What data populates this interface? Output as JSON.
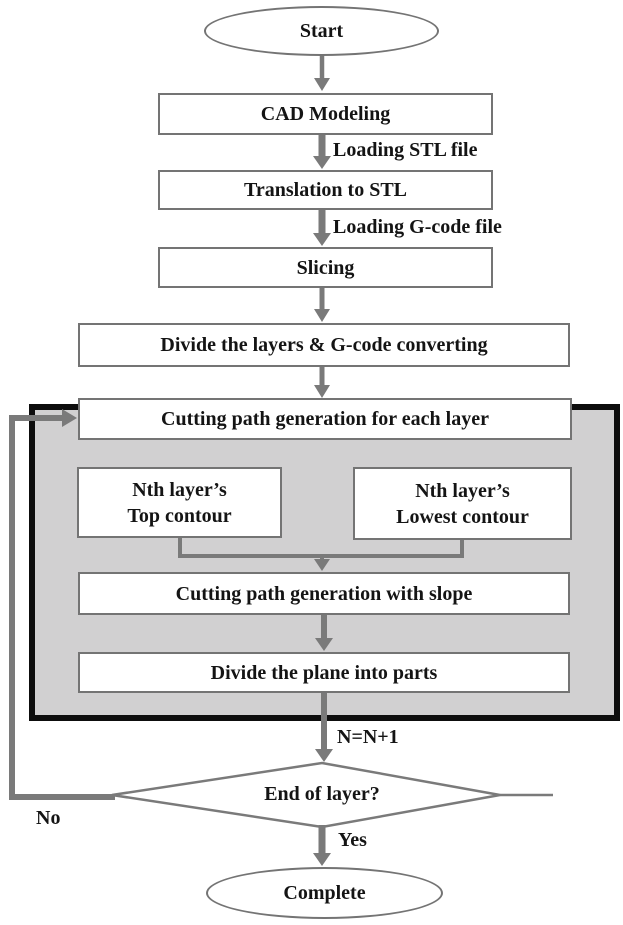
{
  "diagram": {
    "type": "flowchart",
    "nodes": {
      "start": {
        "label": "Start",
        "shape": "terminator"
      },
      "cad_modeling": {
        "label": "CAD Modeling",
        "shape": "process"
      },
      "translation_stl": {
        "label": "Translation to STL",
        "shape": "process"
      },
      "slicing": {
        "label": "Slicing",
        "shape": "process"
      },
      "divide_layers": {
        "label": "Divide the layers & G-code converting",
        "shape": "process"
      },
      "cutting_each_layer": {
        "label": "Cutting path generation for each layer",
        "shape": "process"
      },
      "top_contour": {
        "line1": "Nth layer’s",
        "line2": "Top contour",
        "shape": "process"
      },
      "lowest_contour": {
        "line1": "Nth layer’s",
        "line2": "Lowest contour",
        "shape": "process"
      },
      "slope": {
        "label": "Cutting path generation with slope",
        "shape": "process"
      },
      "divide_plane": {
        "label": "Divide the plane into parts",
        "shape": "process"
      },
      "end_of_layer": {
        "label": "End of layer?",
        "shape": "decision"
      },
      "complete": {
        "label": "Complete",
        "shape": "terminator"
      }
    },
    "edge_labels": {
      "loading_stl": "Loading STL file",
      "loading_gcode": "Loading G-code file",
      "increment": "N=N+1",
      "no": "No",
      "yes": "Yes"
    }
  },
  "colors": {
    "bg": "#ffffff",
    "box_border": "#747474",
    "line_gray": "#7a7a7a",
    "region_fill": "#d1d0d1",
    "region_border": "#0d0d0d",
    "text": "#141414"
  }
}
